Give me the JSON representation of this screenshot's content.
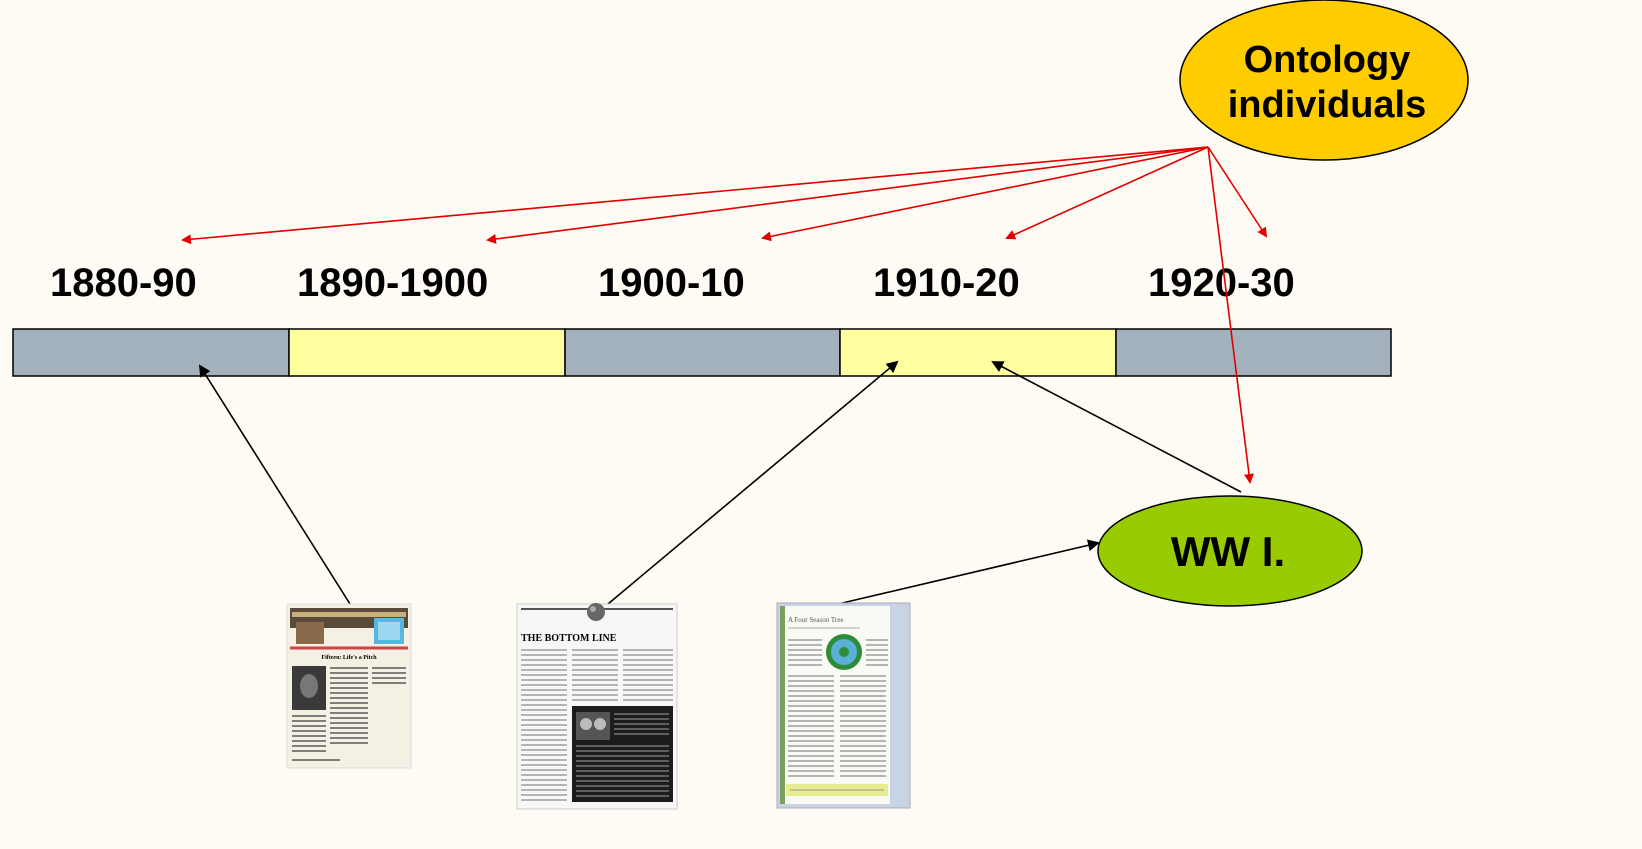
{
  "timeline": {
    "decades": [
      {
        "label": "1880-90",
        "color": "#a3b1bd"
      },
      {
        "label": "1890-1900",
        "color": "#ffffa0"
      },
      {
        "label": "1900-10",
        "color": "#a3b1bd"
      },
      {
        "label": "1910-20",
        "color": "#ffffa0"
      },
      {
        "label": "1920-30",
        "color": "#a3b1bd"
      }
    ]
  },
  "nodes": {
    "ontology": {
      "line1": "Ontology",
      "line2": "individuals",
      "color": "#ffcc00"
    },
    "wwi": {
      "label": "WW I.",
      "color": "#99cc00"
    }
  },
  "documents": [
    {
      "name": "document-1",
      "headline": "Fifteen: Life's a Pitch"
    },
    {
      "name": "document-2",
      "headline": "THE BOTTOM LINE"
    },
    {
      "name": "document-3",
      "headline": "A Four Season Tree"
    }
  ],
  "colors": {
    "ontology_links": "#e00000",
    "document_links": "#000000",
    "background": "#fdfbf3"
  }
}
